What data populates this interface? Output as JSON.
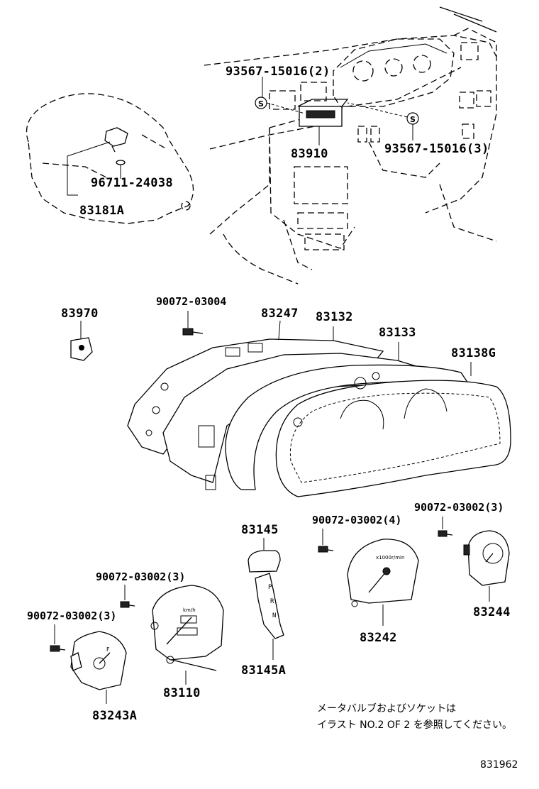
{
  "labels": {
    "p93567_15016_2": "93567-15016(2)",
    "p93567_15016_3": "93567-15016(3)",
    "p83910": "83910",
    "p96711_24038": "96711-24038",
    "p83181A": "83181A",
    "p83970": "83970",
    "p90072_03004": "90072-03004",
    "p83247": "83247",
    "p83132": "83132",
    "p83133": "83133",
    "p83138G": "83138G",
    "p83145": "83145",
    "p90072_03002_4": "90072-03002(4)",
    "p90072_03002_3_right": "90072-03002(3)",
    "p90072_03002_3_left": "90072-03002(3)",
    "p90072_03002_3_far": "90072-03002(3)",
    "p83244": "83244",
    "p83242": "83242",
    "p83145A": "83145A",
    "p83110": "83110",
    "p83243A": "83243A"
  },
  "screw_symbol": "S",
  "note": {
    "line1": "メータバルブおよびソケットは",
    "line2": "イラスト NO.2 OF 2 を参照してください。"
  },
  "figure_number": "831962",
  "icons": [
    "screw-s-symbol",
    "gear-housing",
    "speed-sensor",
    "instrument-cluster",
    "gauge",
    "bolt"
  ]
}
